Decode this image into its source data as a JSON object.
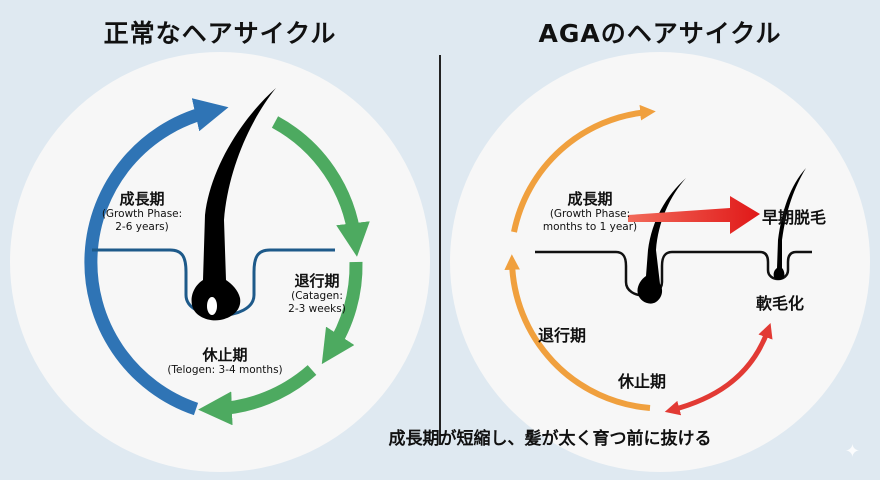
{
  "left": {
    "title": "正常なヘアサイクル",
    "growth": {
      "label": "成長期",
      "detail1": "(Growth Phase:",
      "detail2": "2-6 years)"
    },
    "catagen": {
      "label": "退行期",
      "detail1": "(Catagen:",
      "detail2": "2-3 weeks)"
    },
    "telogen": {
      "label": "休止期",
      "detail1": "(Telogen: 3-4 months)"
    }
  },
  "right": {
    "title": "AGAのヘアサイクル",
    "growth": {
      "label": "成長期",
      "detail1": "(Growth Phase:",
      "detail2": "months to 1 year)"
    },
    "early_loss": "早期脱毛",
    "miniaturization": "軟毛化",
    "catagen": "退行期",
    "telogen": "休止期",
    "caption": "成長期が短縮し、髪が太く育つ前に抜ける"
  },
  "colors": {
    "growth_blue": "#2f74b5",
    "catagen_green": "#4daa60",
    "aga_orange": "#f0a03e",
    "arrow_red": "#e23a34",
    "background": "#dfe9f1",
    "circle": "#f7f7f7"
  },
  "icons": {
    "sparkle": "✦"
  }
}
